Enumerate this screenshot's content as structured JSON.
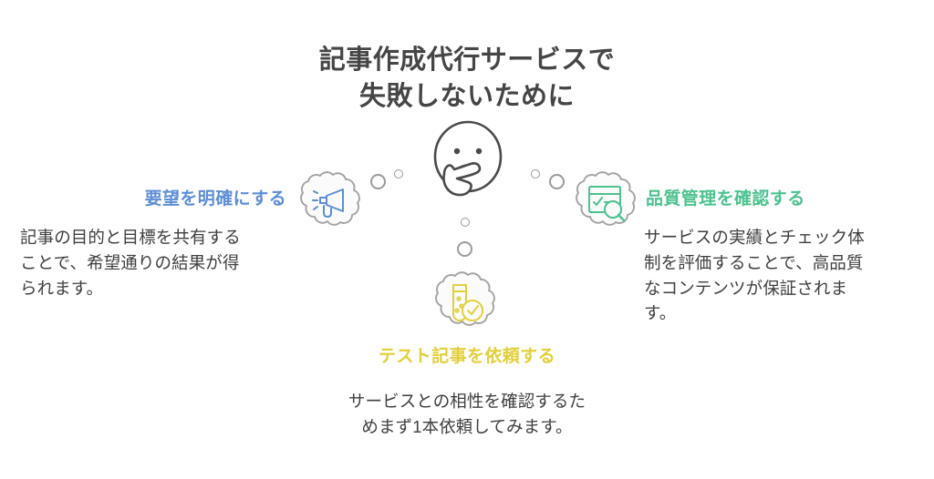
{
  "page": {
    "background_color": "#ffffff",
    "title": "記事作成代行サービスで\n失敗しないために",
    "title_color": "#454545"
  },
  "colors": {
    "blue": "#5d8ed6",
    "green": "#4cc28d",
    "yellow": "#e3cf3b",
    "body_text": "#3f3f3f",
    "cloud_outline": "#a3a3a3",
    "cloud_fill": "#fbfbfb",
    "face_outline": "#4a4a4a",
    "bubble_outline": "#9a9a9a"
  },
  "center": {
    "icon": "thinking-face-icon",
    "description": "thinking face with hand on chin"
  },
  "points": [
    {
      "id": "left",
      "heading": "要望を明確にする",
      "heading_color": "#5d8ed6",
      "body": "記事の目的と目標を共有する\nことで、希望通りの結果が得\nられます。",
      "icon": "megaphone-icon",
      "icon_color": "#5d8ed6"
    },
    {
      "id": "right",
      "heading": "品質管理を確認する",
      "heading_color": "#4cc28d",
      "body": "サービスの実績とチェック体\n制を評価することで、高品質\nなコンテンツが保証されま\nす。",
      "icon": "browser-check-search-icon",
      "icon_color": "#4cc28d"
    },
    {
      "id": "bottom",
      "heading": "テスト記事を依頼する",
      "heading_color": "#e3cf3b",
      "body": "サービスとの相性を確認するた\nめまず1本依頼してみます。",
      "icon": "test-tube-check-icon",
      "icon_color": "#e3cf3b"
    }
  ]
}
